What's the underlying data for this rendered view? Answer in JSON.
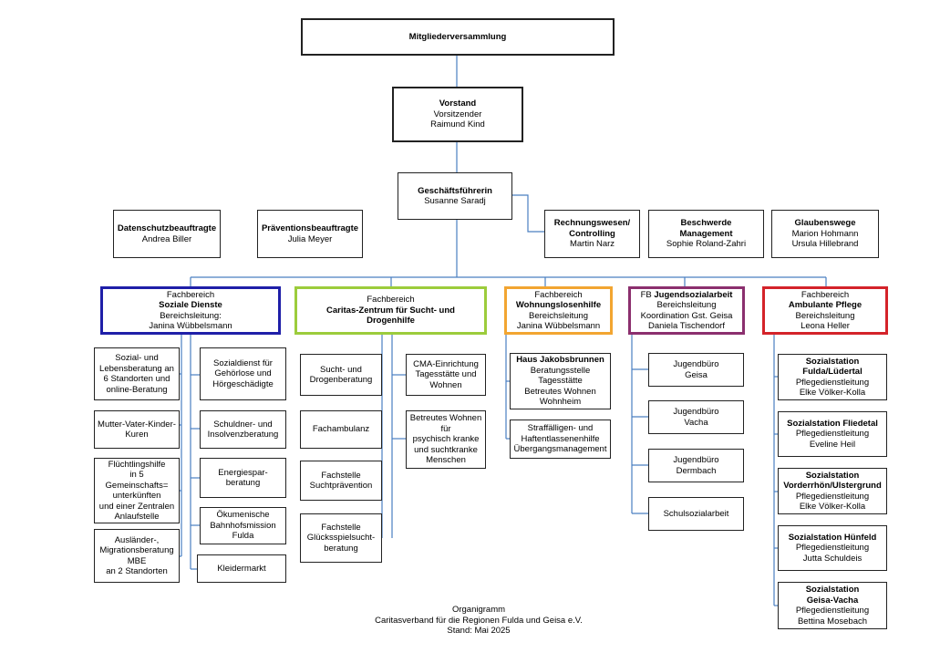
{
  "top": {
    "assembly": "Mitgliederversammlung",
    "board": {
      "title": "Vorstand",
      "role": "Vorsitzender",
      "name": "Raimund Kind"
    },
    "ceo": {
      "title": "Geschäftsführerin",
      "name": "Susanne Saradj"
    }
  },
  "staff": {
    "datenschutz": {
      "title": "Datenschutzbeauftragte",
      "name": "Andrea Biller"
    },
    "praevention": {
      "title": "Präventionsbeauftragte",
      "name": "Julia Meyer"
    },
    "rechnungswesen": {
      "title1": "Rechnungswesen/",
      "title2": "Controlling",
      "name": "Martin Narz"
    },
    "beschwerde": {
      "title1": "Beschwerde",
      "title2": "Management",
      "name": "Sophie Roland-Zahri"
    },
    "glaubenswege": {
      "title": "Glaubenswege",
      "name1": "Marion Hohmann",
      "name2": "Ursula Hillebrand"
    }
  },
  "departments": {
    "soziale": {
      "label": "Fachbereich",
      "title": "Soziale Dienste",
      "role": "Bereichsleitung:",
      "name": "Janina Wübbelsmann",
      "left": [
        {
          "lines": [
            "Sozial- und",
            "Lebensberatung an",
            "6 Standorten und",
            "online-Beratung"
          ]
        },
        {
          "lines": [
            "Mutter-Vater-Kinder-",
            "Kuren"
          ]
        },
        {
          "lines": [
            "Flüchtlingshilfe",
            "in 5 Gemeinschafts=",
            "unterkünften",
            "und einer Zentralen",
            "Anlaufstelle"
          ]
        },
        {
          "lines": [
            "Ausländer-,",
            "Migrationsberatung",
            "MBE",
            "an 2 Standorten"
          ]
        }
      ],
      "right": [
        {
          "lines": [
            "Sozialdienst für",
            "Gehörlose und",
            "Hörgeschädigte"
          ]
        },
        {
          "lines": [
            "Schuldner- und",
            "Insolvenzberatung"
          ]
        },
        {
          "lines": [
            "Energiespar-",
            "beratung"
          ]
        },
        {
          "lines": [
            "Ökumenische",
            "Bahnhofsmission",
            "Fulda"
          ]
        },
        {
          "lines": [
            "Kleidermarkt"
          ]
        }
      ]
    },
    "sucht": {
      "label": "Fachbereich",
      "title1": "Caritas-Zentrum für Sucht- und",
      "title2": "Drogenhilfe",
      "left": [
        {
          "lines": [
            "Sucht- und",
            "Drogenberatung"
          ]
        },
        {
          "lines": [
            "Fachambulanz"
          ]
        },
        {
          "lines": [
            "Fachstelle",
            "Suchtprävention"
          ]
        },
        {
          "lines": [
            "Fachstelle",
            "Glücksspielsucht-",
            "beratung"
          ]
        }
      ],
      "right": [
        {
          "lines": [
            "CMA-Einrichtung",
            "Tagesstätte und",
            "Wohnen"
          ]
        },
        {
          "lines": [
            "Betreutes Wohnen",
            "für",
            "psychisch kranke",
            "und suchtkranke",
            "Menschen"
          ]
        }
      ]
    },
    "wohnung": {
      "label": "Fachbereich",
      "title": "Wohnungslosenhilfe",
      "role": "Bereichsleitung",
      "name": "Janina Wübbelsmann",
      "items": [
        {
          "title": "Haus Jakobsbrunnen",
          "lines": [
            "Beratungsstelle",
            "Tagesstätte",
            "Betreutes Wohnen",
            "Wohnheim"
          ]
        },
        {
          "lines": [
            "Straffälligen- und",
            "Haftentlassenenhilfe",
            "Übergangsmanagement"
          ]
        }
      ]
    },
    "jugend": {
      "prefix": "FB",
      "title": "Jugendsozialarbeit",
      "role": "Bereichsleitung",
      "coord": "Koordination Gst. Geisa",
      "name": "Daniela Tischendorf",
      "items": [
        {
          "lines": [
            "Jugendbüro",
            "Geisa"
          ]
        },
        {
          "lines": [
            "Jugendbüro",
            "Vacha"
          ]
        },
        {
          "lines": [
            "Jugendbüro",
            "Dermbach"
          ]
        },
        {
          "lines": [
            "Schulsozialarbeit"
          ]
        }
      ]
    },
    "pflege": {
      "label": "Fachbereich",
      "title": "Ambulante Pflege",
      "role": "Bereichsleitung",
      "name": "Leona Heller",
      "items": [
        {
          "title1": "Sozialstation",
          "title2": "Fulda/Lüdertal",
          "role": "Pflegedienstleitung",
          "name": "Elke Völker-Kolla"
        },
        {
          "title1": "Sozialstation Fliedetal",
          "title2": "",
          "role": "Pflegedienstleitung",
          "name": "Eveline Heil"
        },
        {
          "title1": "Sozialstation",
          "title2": "Vorderrhön/Ulstergrund",
          "role": "Pflegedienstleitung",
          "name": "Elke Völker-Kolla"
        },
        {
          "title1": "Sozialstation Hünfeld",
          "title2": "",
          "role": "Pflegedienstleitung",
          "name": "Jutta Schuldeis"
        },
        {
          "title1": "Sozialstation",
          "title2": "Geisa-Vacha",
          "role": "Pflegedienstleitung",
          "name": "Bettina Mosebach"
        }
      ]
    }
  },
  "footer": {
    "line1": "Organigramm",
    "line2": "Caritasverband für die Regionen Fulda und Geisa e.V.",
    "line3": "Stand: Mai 2025"
  },
  "colors": {
    "connector": "#4a7fc1",
    "soziale": "#1f1fa8",
    "sucht": "#9ccc3c",
    "wohnung": "#f2a531",
    "jugend": "#8b2f6e",
    "pflege": "#d4232a"
  }
}
